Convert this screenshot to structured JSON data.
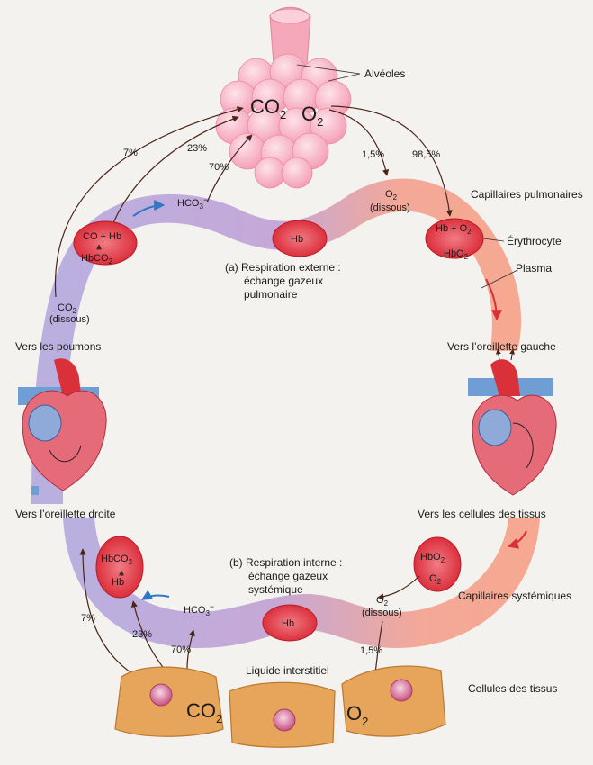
{
  "labels": {
    "alveoles": "Alvéoles",
    "co2_top": "CO",
    "o2_top": "O",
    "sub2": "2",
    "sub3": "3",
    "pct_7_top": "7%",
    "pct_23_top": "23%",
    "pct_70_top": "70%",
    "pct_1_5_top": "1,5%",
    "pct_98_5": "98,5%",
    "o2_dissous_top": "O",
    "dissous": "(dissous)",
    "capillaires_pulmonaires": "Capillaires pulmonaires",
    "hco3_top": "HCO",
    "minus": "−",
    "co2_hb": "CO  + Hb",
    "hbco2": "HbCO",
    "hb_top": "Hb",
    "hb_o2": "Hb + O",
    "hbo2": "HbO",
    "erythrocyte": "Érythrocyte",
    "plasma": "Plasma",
    "resp_externe_1": "(a)  Respiration externe :",
    "resp_externe_2": "échange gazeux",
    "resp_externe_3": "pulmonaire",
    "co2_dissous_left": "CO",
    "vers_poumons": "Vers les poumons",
    "vers_oreillette_gauche": "Vers l’oreillette gauche",
    "vers_oreillette_droite": "Vers l’oreillette droite",
    "vers_cellules": "Vers les cellules des tissus",
    "resp_interne_1": "(b)  Respiration interne :",
    "resp_interne_2": "échange gazeux",
    "resp_interne_3": "systémique",
    "hbco2_bot": "HbCO",
    "hb_bot": "Hb",
    "hbo2_bot": "HbO",
    "o2_bot_cell": "O",
    "capillaires_systemiques": "Capillaires systémiques",
    "o2_dissous_bot": "O",
    "hco3_bot": "HCO",
    "hb_bottom": "Hb",
    "pct_7_bot": "7%",
    "pct_23_bot": "23%",
    "pct_70_bot": "70%",
    "pct_1_5_bot": "1,5%",
    "liquide_interstitiel": "Liquide interstitiel",
    "co2_bottom": "CO",
    "o2_bottom": "O",
    "cellules_tissus": "Cellules des tissus"
  },
  "colors": {
    "venous": "#b9a7dd",
    "arterial": "#f6a890",
    "alveoli": "#f7b6c6",
    "rbc": "#e8323f",
    "cell": "#e6a55a",
    "arrow": "#5a2820",
    "blue_arrow": "#2f77c7",
    "red_arrow": "#d9303a"
  }
}
